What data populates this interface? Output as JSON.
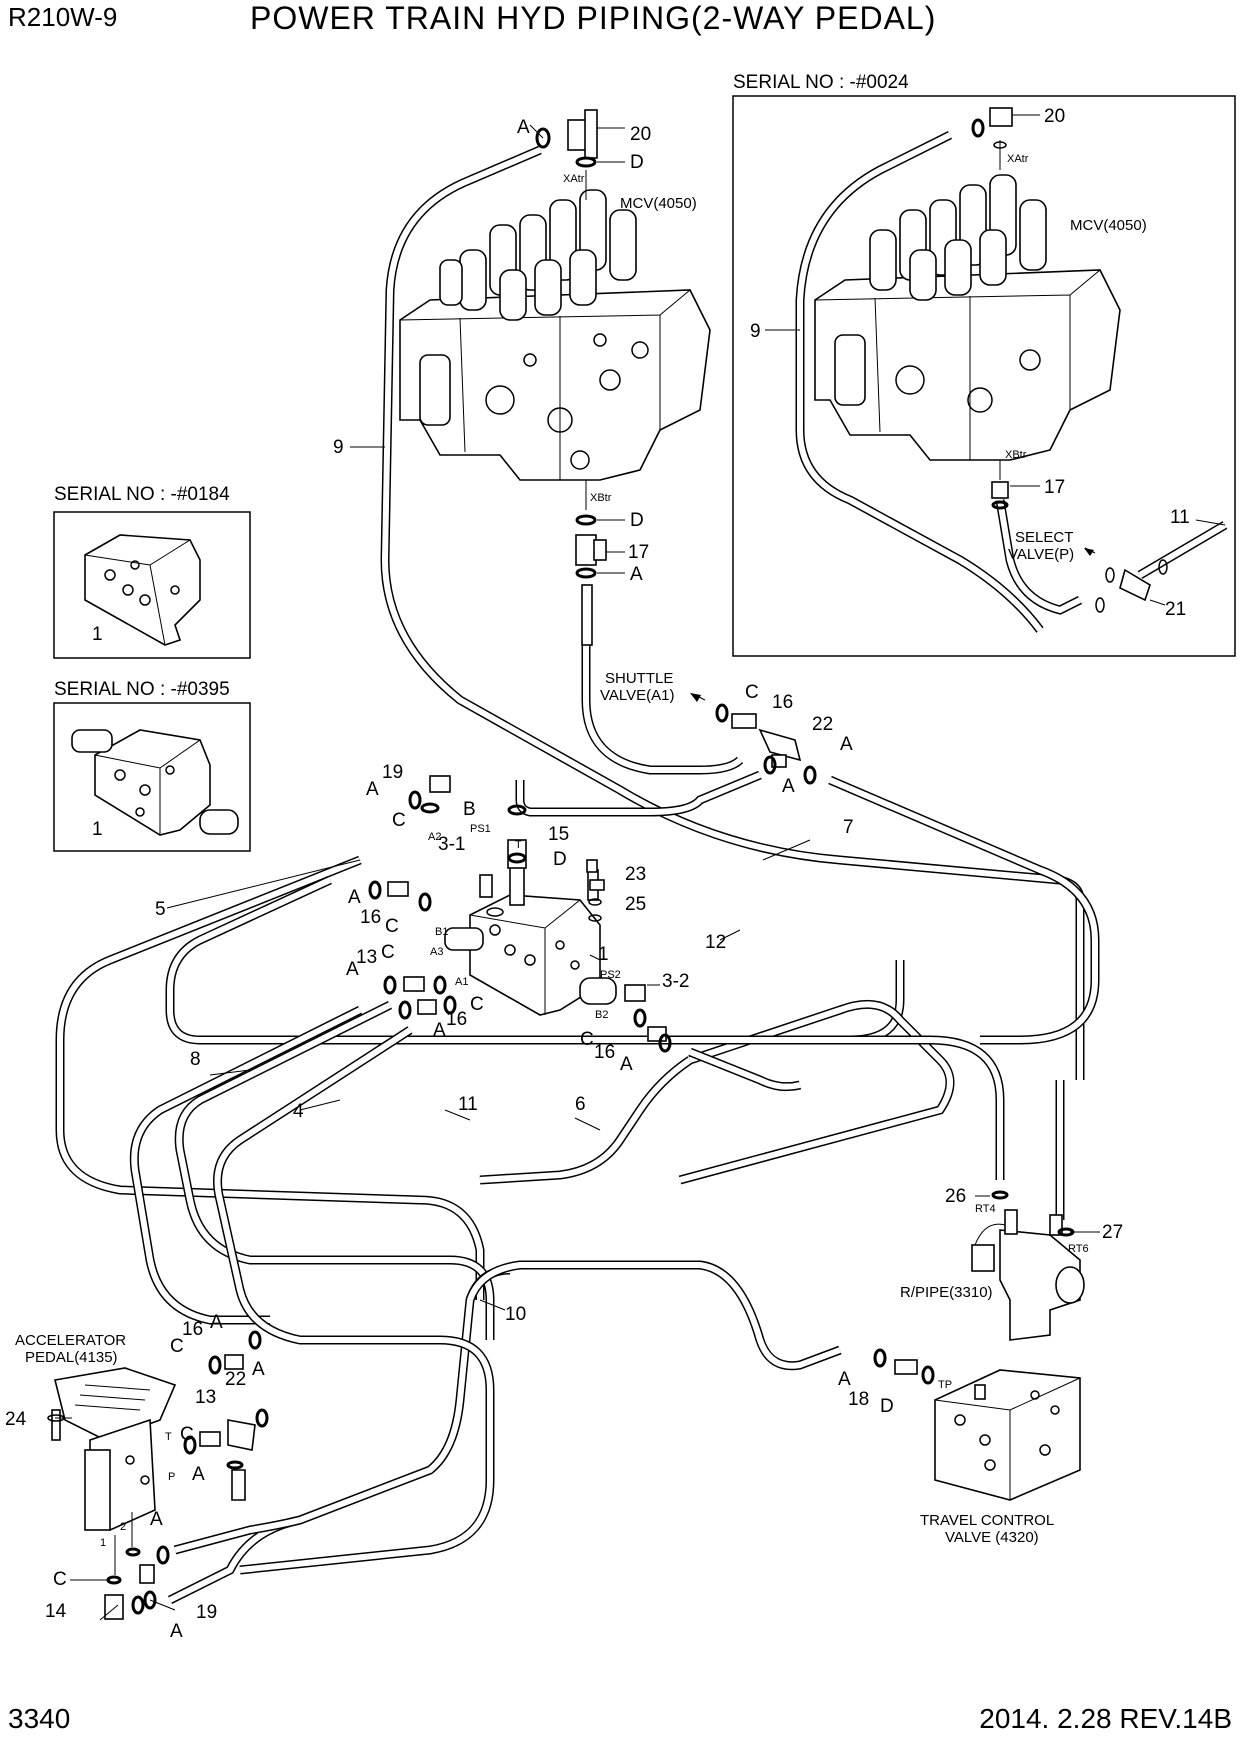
{
  "header": {
    "model": "R210W-9",
    "title": "POWER TRAIN HYD PIPING(2-WAY PEDAL)"
  },
  "footer": {
    "page_number": "3340",
    "revision": "2014. 2.28  REV.14B"
  },
  "insets": {
    "inset_0024": {
      "serial": "SERIAL NO : -#0024"
    },
    "inset_0184": {
      "serial": "SERIAL NO : -#0184",
      "part": "1"
    },
    "inset_0395": {
      "serial": "SERIAL NO : -#0395",
      "part": "1"
    }
  },
  "component_labels": {
    "mcv_main": "MCV(4050)",
    "mcv_inset": "MCV(4050)",
    "shuttle_valve_1": "SHUTTLE",
    "shuttle_valve_2": "VALVE(A1)",
    "select_valve_1": "SELECT",
    "select_valve_2": "VALVE(P)",
    "accelerator_1": "ACCELERATOR",
    "accelerator_2": "PEDAL(4135)",
    "rpipe": "R/PIPE(3310)",
    "travel_1": "TRAVEL CONTROL",
    "travel_2": "VALVE (4320)"
  },
  "port_labels": {
    "xatr_main": "XAtr",
    "xatr_inset": "XAtr",
    "xbtr_main": "XBtr",
    "xbtr_inset": "XBtr",
    "a2": "A2",
    "ps1": "PS1",
    "t": "T",
    "b1": "B1",
    "a3": "A3",
    "a1": "A1",
    "ps2": "PS2",
    "b2": "B2",
    "rt4": "RT4",
    "rt6": "RT6",
    "tp": "TP",
    "p": "P",
    "pt": "T",
    "p1": "1",
    "p2": "2"
  },
  "callouts": {
    "c20": "20",
    "cA_top": "A",
    "cD_top": "D",
    "c9": "9",
    "cD_mid": "D",
    "c17": "17",
    "cA_mid": "A",
    "c20i": "20",
    "c9i": "9",
    "c17i": "17",
    "c11i": "11",
    "c21i": "21",
    "cC16": "C",
    "c16a": "16",
    "c22a": "22",
    "cAa": "A",
    "cAb": "A",
    "c19a": "19",
    "cA19": "A",
    "cB": "B",
    "c15": "15",
    "cC1": "C",
    "c31": "3-1",
    "cD2": "D",
    "c23": "23",
    "c25": "25",
    "c7": "7",
    "c5": "5",
    "cA5": "A",
    "c16b": "16",
    "cC5": "C",
    "c12": "12",
    "c1": "1",
    "cA13": "A",
    "c13a": "13",
    "cC13": "C",
    "cA16": "A",
    "c16c": "16",
    "cC16c": "C",
    "c32": "3-2",
    "cC16d": "C",
    "c16d": "16",
    "cA16d": "A",
    "c8": "8",
    "c4": "4",
    "c11": "11",
    "c6": "6",
    "c26": "26",
    "c27": "27",
    "c10": "10",
    "cA_acc": "A",
    "c16e": "16",
    "cC_acc": "C",
    "c13b": "13",
    "c22b": "22",
    "cA22": "A",
    "cCp": "C",
    "cAp": "A",
    "c24": "24",
    "cA18": "A",
    "c18": "18",
    "cD18": "D",
    "cAlow": "A",
    "cClow": "C",
    "c14": "14",
    "c19b": "19",
    "cA19b": "A"
  }
}
